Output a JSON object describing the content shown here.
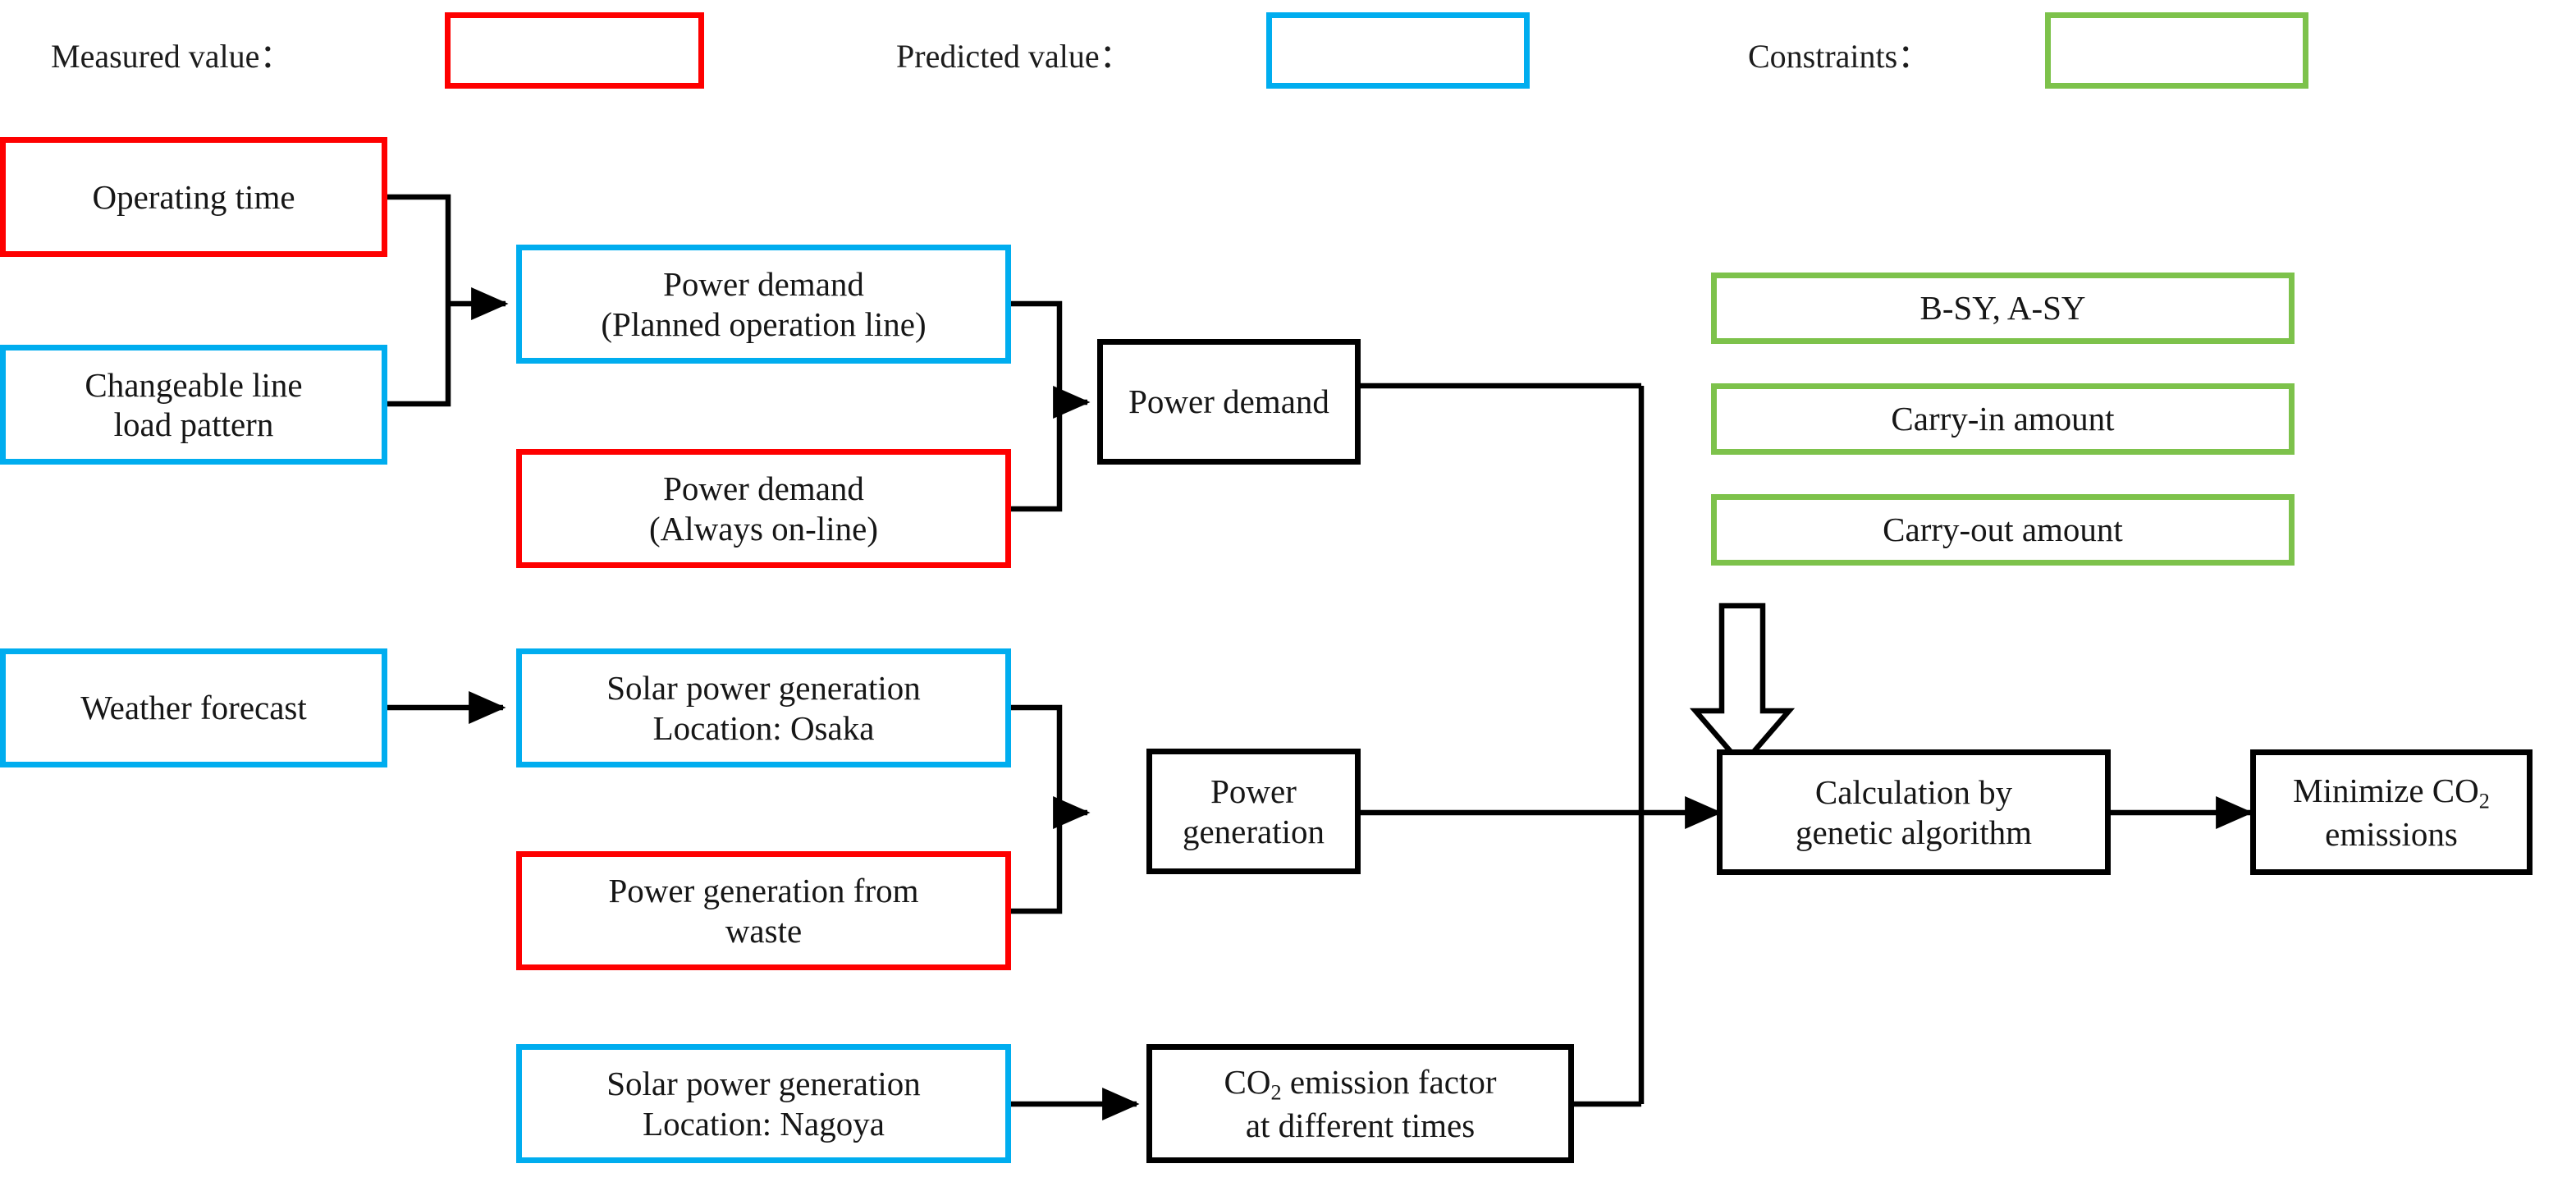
{
  "figure": {
    "kind": "flow-diagram",
    "background": "#FFFFFF",
    "colors": {
      "measured": "#FE0000",
      "predicted": "#00ADEF",
      "constraints": "#7DC24B",
      "process": "#000000",
      "text": "#161616"
    }
  },
  "legend": {
    "items": [
      {
        "label": "Measured value",
        "separator": "：",
        "swatch_color": "#FE0000",
        "swatch_style": "red"
      },
      {
        "label": "Predicted value",
        "separator": "：",
        "swatch_color": "#00ADEF",
        "swatch_style": "blue"
      },
      {
        "label": "Constraints",
        "separator": "：",
        "swatch_color": "#7DC24B",
        "swatch_style": "green"
      }
    ]
  },
  "nodes": {
    "operating_time": {
      "label": "Operating time",
      "style": "red"
    },
    "changeable_line": {
      "line1": "Changeable line",
      "line2": "load pattern",
      "style": "blue"
    },
    "demand_planned": {
      "line1": "Power demand",
      "line2": "(Planned operation line)",
      "style": "blue"
    },
    "demand_always": {
      "line1": "Power demand",
      "line2": "(Always on-line)",
      "style": "red"
    },
    "power_demand": {
      "label": "Power demand",
      "style": "black"
    },
    "weather_forecast": {
      "label": "Weather forecast",
      "style": "blue"
    },
    "solar_osaka": {
      "line1": "Solar power generation",
      "line2": "Location: Osaka",
      "style": "blue"
    },
    "waste_generation": {
      "line1": "Power generation from",
      "line2": "waste",
      "style": "red"
    },
    "power_generation": {
      "label": "Power generation",
      "style": "black"
    },
    "solar_nagoya": {
      "line1": "Solar power generation",
      "line2": "Location: Nagoya",
      "style": "blue"
    },
    "emission_factor": {
      "line1_pre": "CO",
      "line1_sub": "2",
      "line1_post": " emission factor",
      "line2": "at different times",
      "style": "black"
    },
    "constraint_sy": {
      "label": "B-SY, A-SY",
      "style": "green"
    },
    "constraint_carry_in": {
      "label": "Carry-in amount",
      "style": "green"
    },
    "constraint_carry_out": {
      "label": "Carry-out amount",
      "style": "green"
    },
    "genetic_algorithm": {
      "line1": "Calculation by",
      "line2": "genetic algorithm",
      "style": "black"
    },
    "minimize_co2": {
      "line1_pre": "Minimize CO",
      "line1_sub": "2",
      "line2": "emissions",
      "style": "black"
    }
  },
  "connectors": [
    {
      "from": "operating_time",
      "to": "demand_planned",
      "type": "merge-arrow"
    },
    {
      "from": "changeable_line",
      "to": "demand_planned",
      "type": "merge-arrow"
    },
    {
      "from": "demand_planned",
      "to": "power_demand",
      "type": "merge-arrow"
    },
    {
      "from": "demand_always",
      "to": "power_demand",
      "type": "merge-arrow"
    },
    {
      "from": "weather_forecast",
      "to": "solar_osaka",
      "type": "arrow"
    },
    {
      "from": "solar_osaka",
      "to": "power_generation",
      "type": "merge-arrow"
    },
    {
      "from": "waste_generation",
      "to": "power_generation",
      "type": "merge-arrow"
    },
    {
      "from": "solar_nagoya",
      "to": "emission_factor",
      "type": "arrow"
    },
    {
      "from": "power_demand",
      "to": "genetic_algorithm",
      "type": "bus-arrow"
    },
    {
      "from": "power_generation",
      "to": "genetic_algorithm",
      "type": "bus-arrow"
    },
    {
      "from": "emission_factor",
      "to": "genetic_algorithm",
      "type": "bus-arrow"
    },
    {
      "from": "constraints_group",
      "to": "genetic_algorithm",
      "type": "hollow-down-arrow"
    },
    {
      "from": "genetic_algorithm",
      "to": "minimize_co2",
      "type": "arrow"
    }
  ]
}
